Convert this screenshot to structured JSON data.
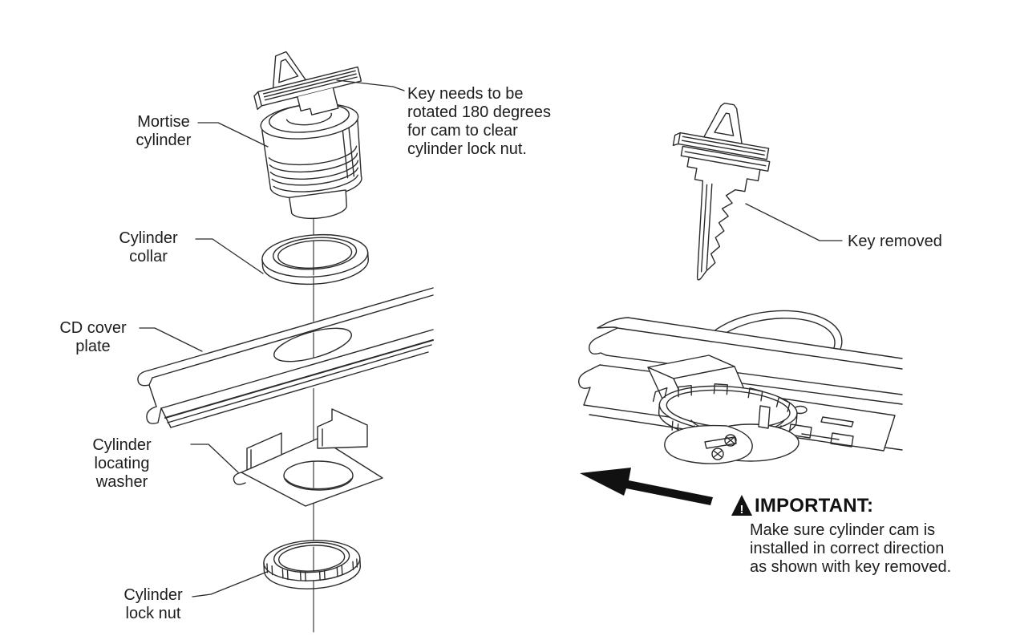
{
  "figure": {
    "description": "Mortise cylinder installation exploded diagram",
    "line_color": "#2b2b2b",
    "text_color": "#1d1d1d",
    "solid_black": "#111111",
    "background": "#ffffff"
  },
  "exploded_view": {
    "labels": {
      "mortise_cylinder": "Mortise\ncylinder",
      "cylinder_collar": "Cylinder\ncollar",
      "cd_cover_plate": "CD cover\nplate",
      "cylinder_locating_washer": "Cylinder\nlocating\nwasher",
      "cylinder_lock_nut": "Cylinder\nlock nut"
    },
    "key_rotation_note": "Key needs to be\nrotated 180 degrees\nfor cam to clear\ncylinder lock nut."
  },
  "assembled_view": {
    "key_removed_label": "Key removed",
    "important": {
      "warning_mark": "!",
      "title": "IMPORTANT:",
      "body": "Make sure cylinder cam is\ninstalled in correct direction\nas shown with key removed."
    }
  }
}
